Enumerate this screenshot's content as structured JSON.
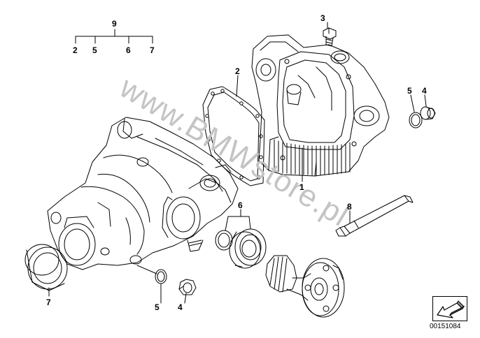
{
  "callouts": {
    "c9": "9",
    "c9_2": "2",
    "c9_5": "5",
    "c9_6": "6",
    "c9_7": "7",
    "c3": "3",
    "c2": "2",
    "c5_top": "5",
    "c4_top": "4",
    "c1": "1",
    "c6": "6",
    "c8": "8",
    "c7": "7",
    "c5_bottom": "5",
    "c4_bottom": "4"
  },
  "watermark": "www.BMWstore.pl",
  "diagram_number": "00151084",
  "nav_icon": "arrow-down-left-icon"
}
